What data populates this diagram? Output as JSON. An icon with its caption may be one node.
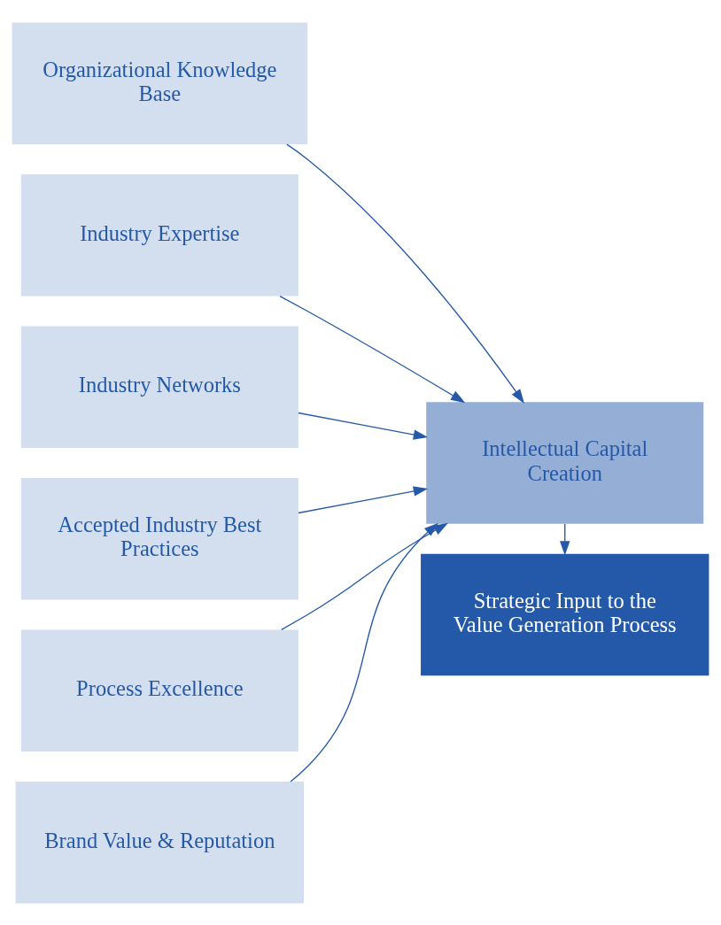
{
  "diagram": {
    "nodes": [
      {
        "text": [
          "Organizational Knowledge Base"
        ]
      },
      {
        "text": [
          "Industry Expertise"
        ]
      },
      {
        "text": [
          "Industry Networks"
        ]
      },
      {
        "text": [
          "Accepted Industry Best Practices"
        ]
      },
      {
        "text": [
          "Process Excellence"
        ]
      },
      {
        "text": [
          "Brand Value & Reputation"
        ]
      },
      {
        "text": [
          "Intellectual Capital Creation"
        ]
      },
      {
        "text": [
          "Strategic Input to the Value Generation Process"
        ]
      }
    ],
    "edges": [
      {
        "from": 0,
        "to": 6,
        "arrow": "to"
      },
      {
        "from": 1,
        "to": 6,
        "arrow": "to"
      },
      {
        "from": 2,
        "to": 6,
        "arrow": "to"
      },
      {
        "from": 3,
        "to": 6,
        "arrow": "to"
      },
      {
        "from": 4,
        "to": 6,
        "arrow": "to"
      },
      {
        "from": 5,
        "to": 6,
        "arrow": "to"
      },
      {
        "from": 6,
        "to": 7,
        "arrow": "to"
      }
    ]
  }
}
